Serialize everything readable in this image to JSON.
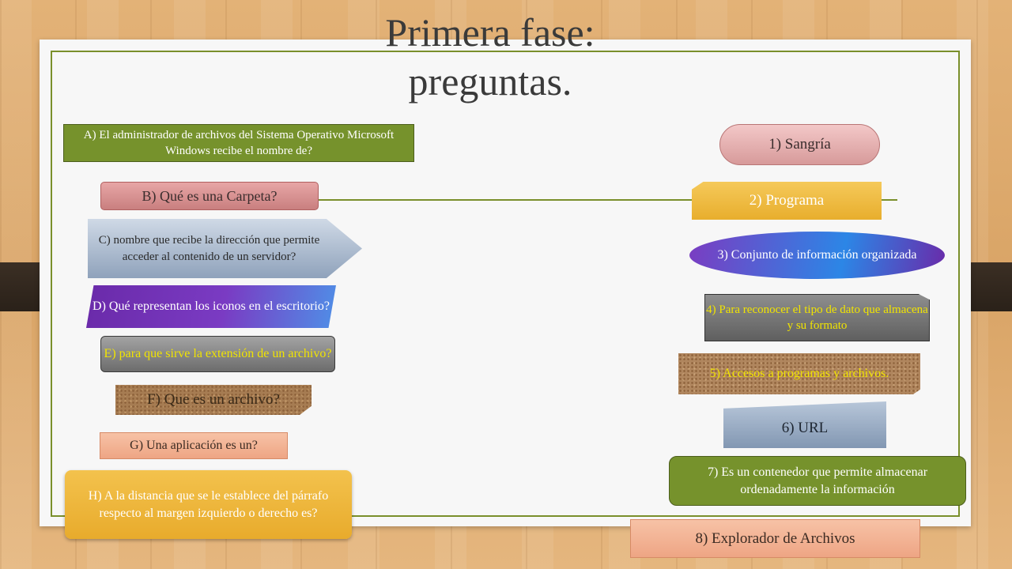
{
  "slide": {
    "title_line1": "Primera fase:",
    "title_line2": "preguntas."
  },
  "questions": {
    "A": "A) El administrador de archivos del Sistema Operativo Microsoft Windows recibe el nombre de?",
    "B": "B) Qué es una Carpeta?",
    "C": "C) nombre que recibe la dirección que permite acceder al contenido de un servidor?",
    "D": "D) Qué representan los iconos en el escritorio?",
    "E": "E) para que sirve la extensión de un archivo?",
    "F": "F) Que es un archivo?",
    "G": "G) Una aplicación es un?",
    "H": "H) A la distancia  que se le establece del párrafo respecto al margen izquierdo o derecho es?"
  },
  "answers": {
    "a1": "1) Sangría",
    "a2": "2) Programa",
    "a3": "3) Conjunto de información organizada",
    "a4": "4) Para reconocer el tipo de dato que almacena y su formato",
    "a5": "5) Accesos a programas y archivos.",
    "a6": "6) URL",
    "a7": "7) Es un contenedor que permite almacenar ordenadamente  la información",
    "a8": "8) Explorador de Archivos"
  },
  "colors": {
    "frame": "#7a8f2b",
    "background_wood": "#d9a466",
    "paper": "#f7f7f7"
  }
}
